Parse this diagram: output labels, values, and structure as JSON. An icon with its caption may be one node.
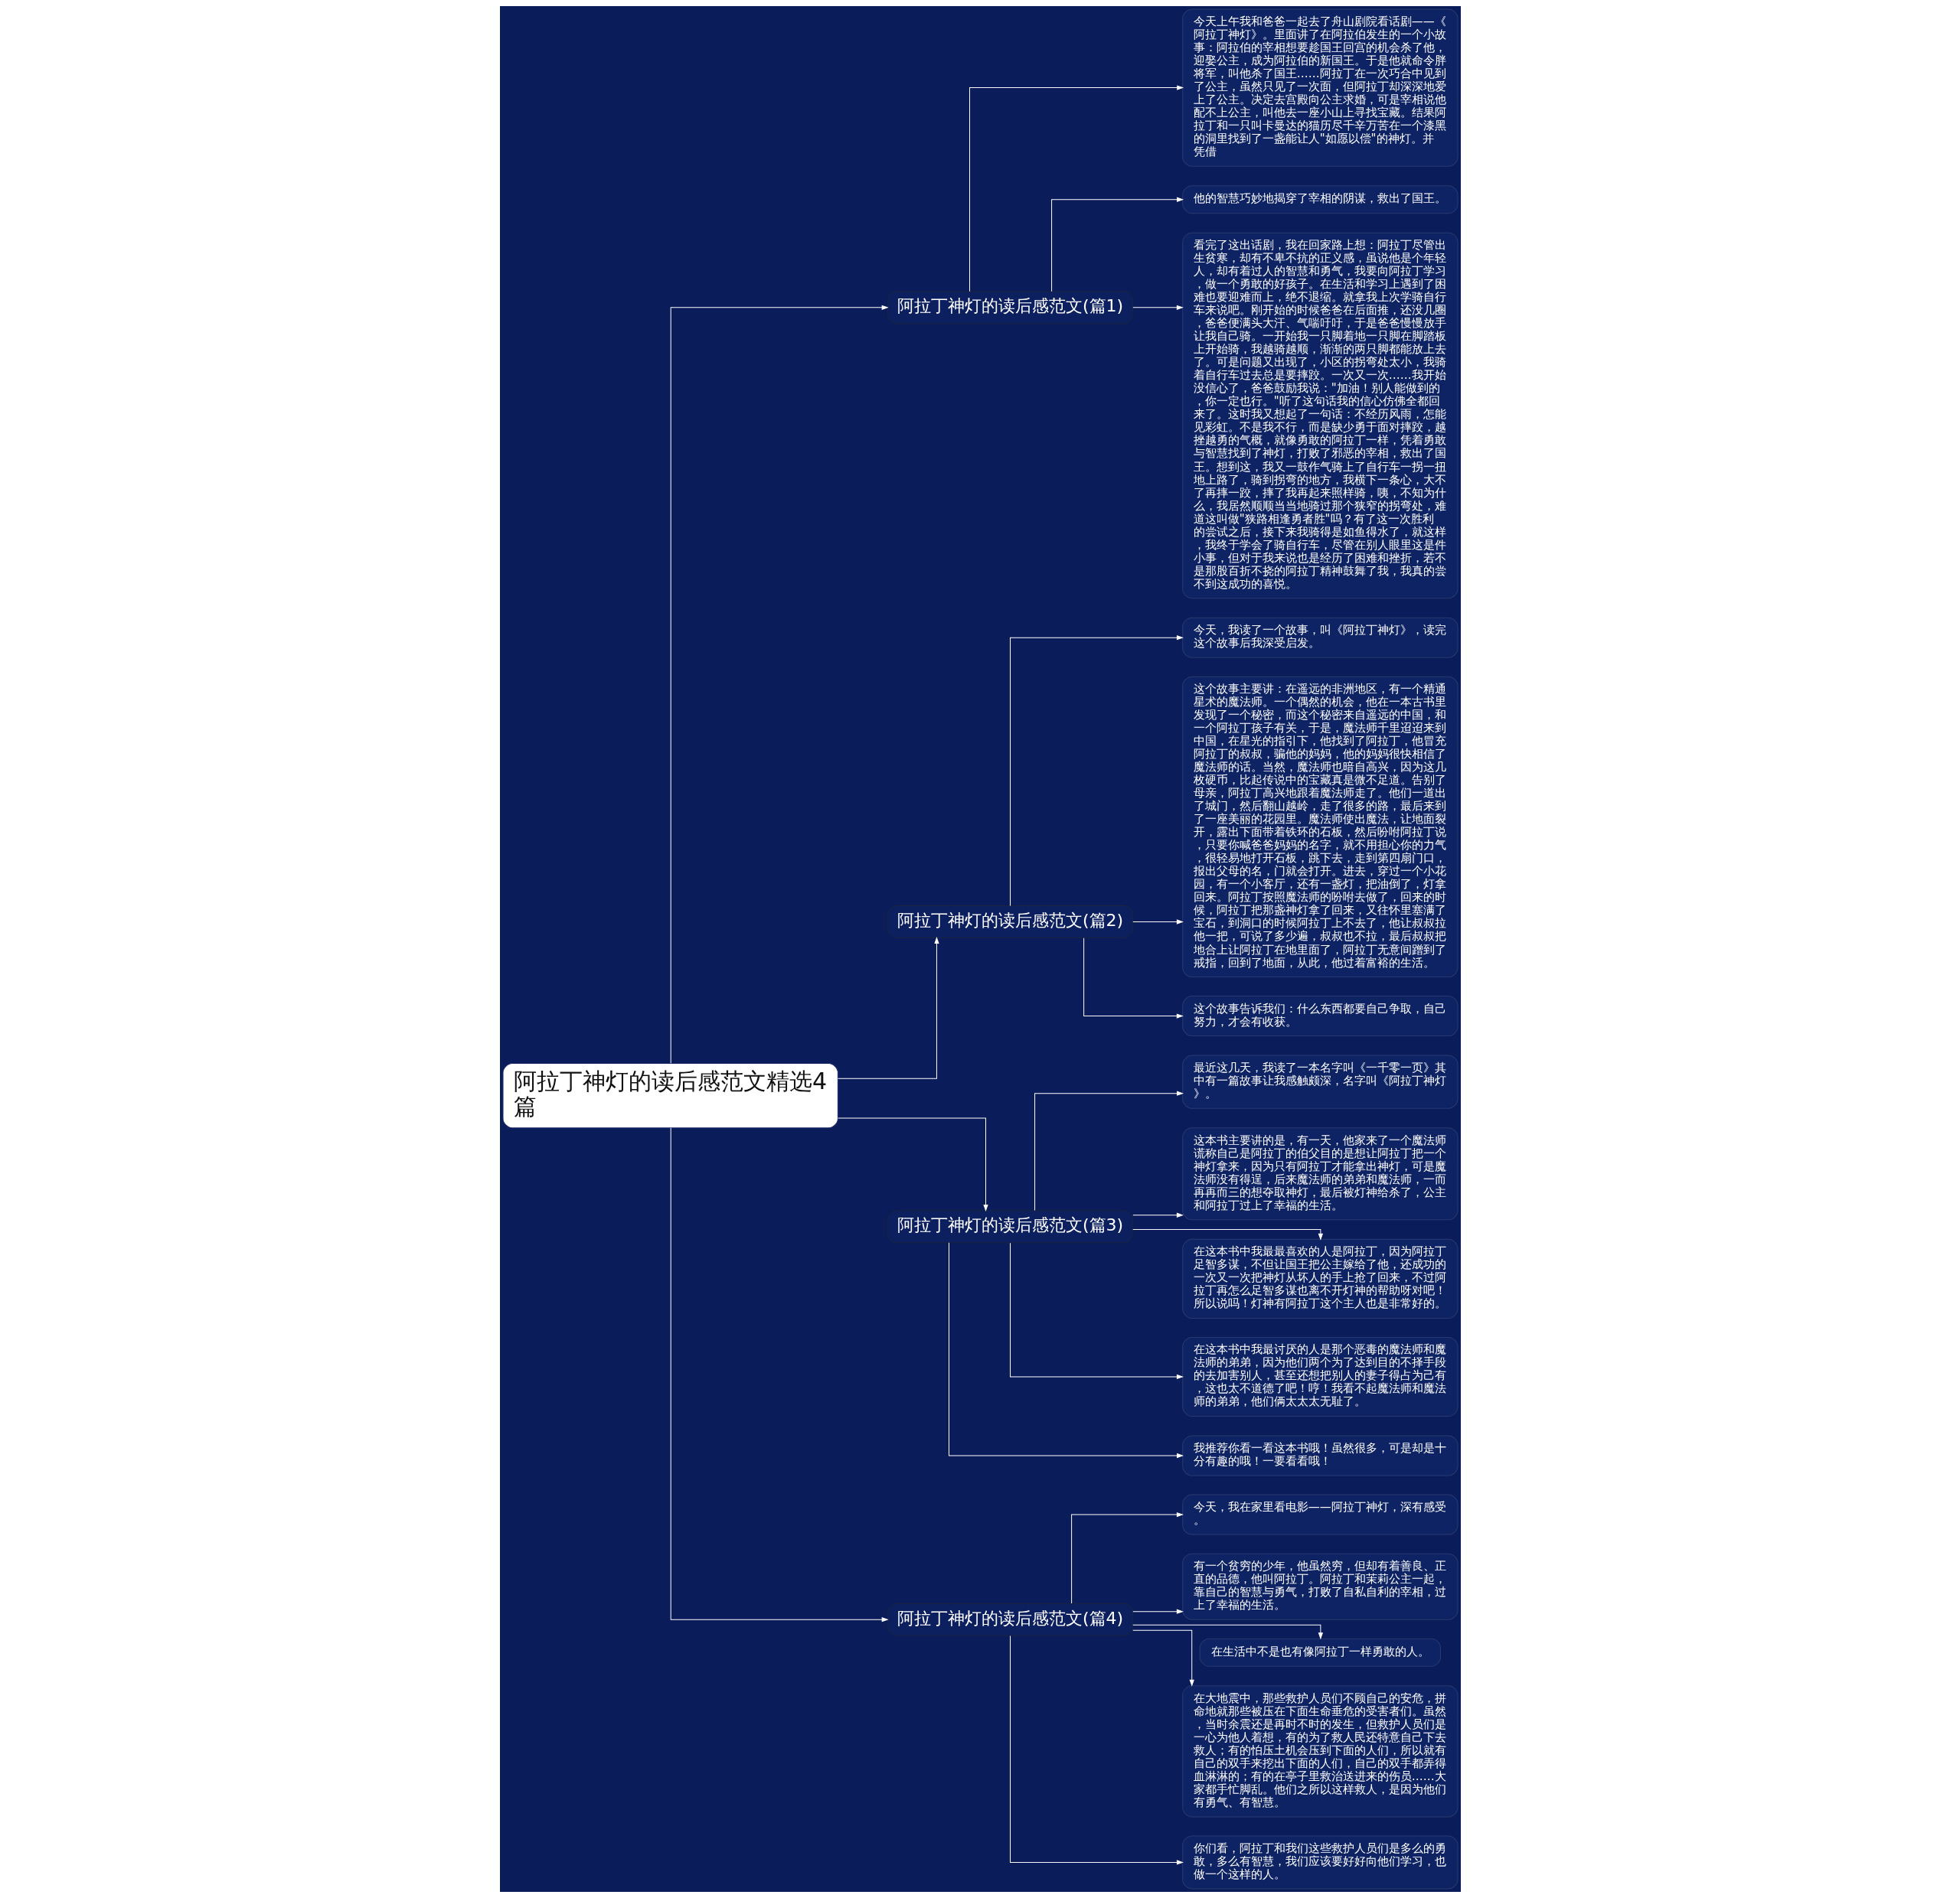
{
  "diagram": {
    "nodes": [
      {
        "text": [
          "阿拉丁神灯的读后感范文精选4篇"
        ]
      },
      {
        "text": [
          "阿拉丁神灯的读后感范文(篇1)"
        ]
      },
      {
        "text": [
          "今天上午我和爸爸一起去了舟山剧院看话剧——《阿拉丁神灯》。里面讲了在阿拉伯发生的一个小故事：阿拉伯的宰相想要趁国王回宫的机会杀了他，迎娶公主，成为阿拉伯的新国王。于是他就命令胖将军，叫他杀了国王……阿拉丁在一次巧合中见到了公主，虽然只见了一次面，但阿拉丁却深深地爱上了公主。决定去宫殿向公主求婚，可是宰相说他配不上公主，叫他去一座小山上寻找宝藏。结果阿拉丁和一只叫卡曼达的猫历尽千辛万苦在一个漆黑的洞里找到了一盏能让人\"如愿以偿\"的神灯。并凭借"
        ]
      },
      {
        "text": [
          "他的智慧巧妙地揭穿了宰相的阴谋，救出了国王。"
        ]
      },
      {
        "text": [
          "看完了这出话剧，我在回家路上想：阿拉丁尽管出生贫寒，却有不卑不抗的正义感，虽说他是个年轻人，却有着过人的智慧和勇气，我要向阿拉丁学习，做一个勇敢的好孩子。在生活和学习上遇到了困难也要迎难而上，绝不退缩。就拿我上次学骑自行车来说吧。刚开始的时候爸爸在后面推，还没几圈，爸爸便满头大汗、气喘吁吁，于是爸爸慢慢放手让我自己骑。一开始我一只脚着地一只脚在脚踏板上开始骑，我越骑越顺，渐渐的两只脚都能放上去了。可是问题又出现了，小区的拐弯处太小，我骑着自行车过去总是要摔跤。一次又一次……我开始没信心了，爸爸鼓励我说：\"加油！别人能做到的，你一定也行。\"听了这句话我的信心仿佛全都回来了。这时我又想起了一句话：不经历风雨，怎能见彩虹。不是我不行，而是缺少勇于面对摔跤，越挫越勇的气概，就像勇敢的阿拉丁一样，凭着勇敢与智慧找到了神灯，打败了邪恶的宰相，救出了国王。想到这，我又一鼓作气骑上了自行车一拐一扭地上路了，骑到拐弯的地方，我横下一条心，大不了再摔一跤，摔了我再起来照样骑，咦，不知为什么，我居然顺顺当当地骑过那个狭窄的拐弯处，难道这叫做\"狭路相逢勇者胜\"吗？有了这一次胜利的尝试之后，接下来我骑得是如鱼得水了，就这样，我终于学会了骑自行车，尽管在别人眼里这是件小事，但对于我来说也是经历了困难和挫折，若不是那股百折不挠的阿拉丁精神鼓舞了我，我真的尝不到这成功的喜悦。"
        ]
      },
      {
        "text": [
          "阿拉丁神灯的读后感范文(篇2)"
        ]
      },
      {
        "text": [
          "今天，我读了一个故事，叫《阿拉丁神灯》，读完这个故事后我深受启发。"
        ]
      },
      {
        "text": [
          "这个故事主要讲：在遥远的非洲地区，有一个精通星术的魔法师。一个偶然的机会，他在一本古书里发现了一个秘密，而这个秘密来自遥远的中国，和一个阿拉丁孩子有关，于是，魔法师千里迢迢来到中国，在星光的指引下，他找到了阿拉丁，他冒充阿拉丁的叔叔，骗他的妈妈，他的妈妈很快相信了魔法师的话。当然，魔法师也暗自高兴，因为这几枚硬币，比起传说中的宝藏真是微不足道。告别了母亲，阿拉丁高兴地跟着魔法师走了。他们一道出了城门，然后翻山越岭，走了很多的路，最后来到了一座美丽的花园里。魔法师使出魔法，让地面裂开，露出下面带着铁环的石板，然后吩咐阿拉丁说，只要你喊爸爸妈妈的名字，就不用担心你的力气，很轻易地打开石板，跳下去，走到第四扇门口，报出父母的名，门就会打开。进去，穿过一个小花园，有一个小客厅，还有一盏灯，把油倒了，灯拿回来。阿拉丁按照魔法师的吩咐去做了，回来的时候，阿拉丁把那盏神灯拿了回来，又往怀里塞满了宝石，到洞口的时候阿拉丁上不去了，他让叔叔拉他一把，可说了多少遍，叔叔也不拉，最后叔叔把地合上让阿拉丁在地里面了，阿拉丁无意间蹭到了戒指，回到了地面，从此，他过着富裕的生活。"
        ]
      },
      {
        "text": [
          "这个故事告诉我们：什么东西都要自己争取，自己努力，才会有收获。"
        ]
      },
      {
        "text": [
          "阿拉丁神灯的读后感范文(篇3)"
        ]
      },
      {
        "text": [
          "最近这几天，我读了一本名字叫《一千零一页》其中有一篇故事让我感触颇深，名字叫《阿拉丁神灯》。"
        ]
      },
      {
        "text": [
          "这本书主要讲的是，有一天，他家来了一个魔法师谎称自己是阿拉丁的伯父目的是想让阿拉丁把一个神灯拿来，因为只有阿拉丁才能拿出神灯，可是魔法师没有得逞，后来魔法师的弟弟和魔法师，一而再再而三的想夺取神灯，最后被灯神给杀了，公主和阿拉丁过上了幸福的生活。"
        ]
      },
      {
        "text": [
          "在这本书中我最最喜欢的人是阿拉丁，因为阿拉丁足智多谋，不但让国王把公主嫁给了他，还成功的一次又一次把神灯从坏人的手上抢了回来，不过阿拉丁再怎么足智多谋也离不开灯神的帮助呀对吧！所以说吗！灯神有阿拉丁这个主人也是非常好的。"
        ]
      },
      {
        "text": [
          "在这本书中我最讨厌的人是那个恶毒的魔法师和魔法师的弟弟，因为他们两个为了达到目的不择手段的去加害别人，甚至还想把别人的妻子得占为己有，这也太不道德了吧！哼！我看不起魔法师和魔法师的弟弟，他们俩太太太无耻了。"
        ]
      },
      {
        "text": [
          "我推荐你看一看这本书哦！虽然很多，可是却是十分有趣的哦！一要看看哦！"
        ]
      },
      {
        "text": [
          "阿拉丁神灯的读后感范文(篇4)"
        ]
      },
      {
        "text": [
          "今天，我在家里看电影——阿拉丁神灯，深有感受。"
        ]
      },
      {
        "text": [
          "有一个贫穷的少年，他虽然穷，但却有着善良、正直的品德，他叫阿拉丁。阿拉丁和茉莉公主一起，靠自己的智慧与勇气，打败了自私自利的宰相，过上了幸福的生活。"
        ]
      },
      {
        "text": [
          "在生活中不是也有像阿拉丁一样勇敢的人。"
        ]
      },
      {
        "text": [
          "在大地震中，那些救护人员们不顾自己的安危，拼命地就那些被压在下面生命垂危的受害者们。虽然，当时余震还是再时不时的发生，但救护人员们是一心为他人着想，有的为了救人民还特意自己下去救人；有的怕压土机会压到下面的人们，所以就有自己的双手来挖出下面的人们，自己的双手都弄得血淋淋的；有的在亭子里救治送进来的伤员……大家都手忙脚乱。他们之所以这样救人，是因为他们有勇气、有智慧。"
        ]
      },
      {
        "text": [
          "你们看，阿拉丁和我们这些救护人员们是多么的勇敢，多么有智慧，我们应该要好好向他们学习，也做一个这样的人。"
        ]
      }
    ],
    "edges": [
      {
        "from": 0,
        "to": 1,
        "arrow": "to"
      },
      {
        "from": 1,
        "to": 2,
        "arrow": "to"
      },
      {
        "from": 1,
        "to": 3,
        "arrow": "to"
      },
      {
        "from": 1,
        "to": 4,
        "arrow": "to"
      },
      {
        "from": 0,
        "to": 5,
        "arrow": "to"
      },
      {
        "from": 5,
        "to": 6,
        "arrow": "to"
      },
      {
        "from": 5,
        "to": 7,
        "arrow": "to"
      },
      {
        "from": 5,
        "to": 8,
        "arrow": "to"
      },
      {
        "from": 0,
        "to": 9,
        "arrow": "to"
      },
      {
        "from": 9,
        "to": 10,
        "arrow": "to"
      },
      {
        "from": 9,
        "to": 11,
        "arrow": "to"
      },
      {
        "from": 9,
        "to": 12,
        "arrow": "to"
      },
      {
        "from": 9,
        "to": 13,
        "arrow": "to"
      },
      {
        "from": 9,
        "to": 14,
        "arrow": "to"
      },
      {
        "from": 0,
        "to": 15,
        "arrow": "to"
      },
      {
        "from": 15,
        "to": 16,
        "arrow": "to"
      },
      {
        "from": 15,
        "to": 17,
        "arrow": "to"
      },
      {
        "from": 15,
        "to": 18,
        "arrow": "to"
      },
      {
        "from": 15,
        "to": 19,
        "arrow": "to"
      },
      {
        "from": 15,
        "to": 20,
        "arrow": "to"
      }
    ]
  }
}
